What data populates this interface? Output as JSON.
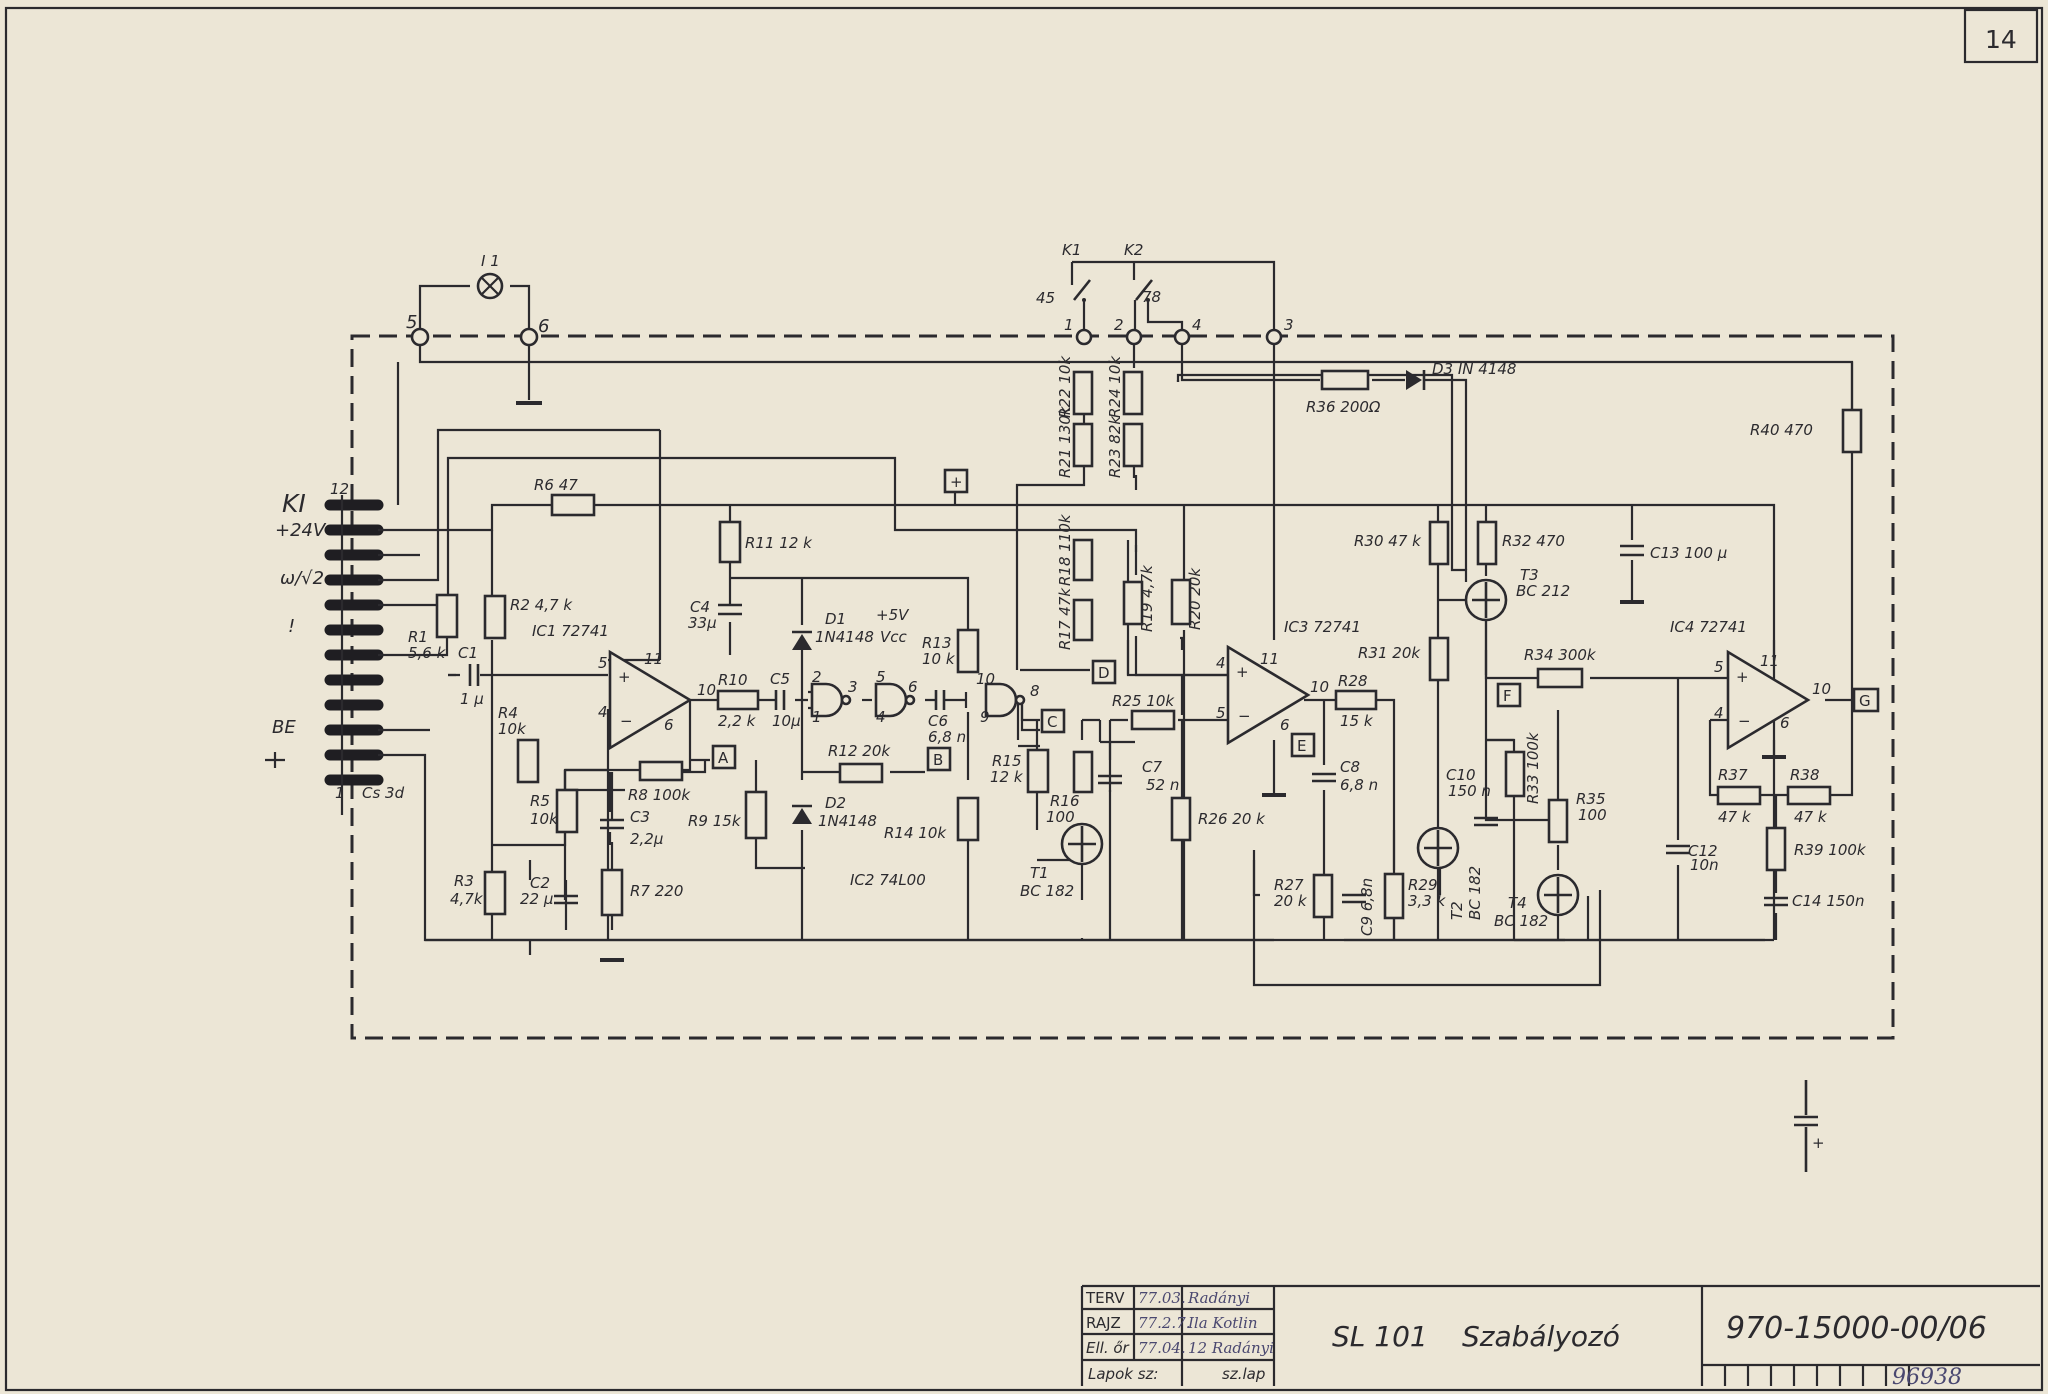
{
  "sheet": {
    "page_number": "14",
    "title": "SL 101",
    "subtitle": "Szabályozó",
    "drawing_number": "970-15000-00/06",
    "stamp_number": "96938"
  },
  "title_block": {
    "rows": [
      {
        "role": "TERV",
        "date": "77.03.",
        "signature": "Radányi"
      },
      {
        "role": "RAJZ",
        "date": "77.2.7.",
        "signature": "Ila Kotlin"
      },
      {
        "role": "Ell. őr",
        "date": "77.04.",
        "signature": "12 Radányi"
      }
    ],
    "lapok_label": "Lapok sz:",
    "szlap_label": "sz.lap"
  },
  "connector": {
    "name": "KI",
    "type": "Cs 3d",
    "pin_top": "12",
    "pin_bottom": "1",
    "labels": [
      "+24V",
      "ω/√2",
      "!",
      "BE"
    ]
  },
  "terminals": [
    "5",
    "6",
    "1",
    "2",
    "4",
    "3"
  ],
  "switches": [
    {
      "name": "K1",
      "contact": "45"
    },
    {
      "name": "K2",
      "contact": "78"
    }
  ],
  "lamp": "I 1",
  "ics": [
    {
      "name": "IC1",
      "type": "72741",
      "pins": [
        "5",
        "4",
        "11",
        "10",
        "6"
      ]
    },
    {
      "name": "IC2",
      "type": "74L00",
      "pins": [
        "2",
        "1",
        "3",
        "5",
        "4",
        "6",
        "10",
        "9",
        "8"
      ]
    },
    {
      "name": "IC3",
      "type": "72741",
      "pins": [
        "4",
        "5",
        "11",
        "10",
        "6"
      ]
    },
    {
      "name": "IC4",
      "type": "72741",
      "pins": [
        "5",
        "4",
        "11",
        "10",
        "6"
      ]
    }
  ],
  "resistors": [
    {
      "ref": "R1",
      "value": "5,6 k"
    },
    {
      "ref": "R2",
      "value": "4,7 k"
    },
    {
      "ref": "R3",
      "value": "4,7k"
    },
    {
      "ref": "R4",
      "value": "10k"
    },
    {
      "ref": "R5",
      "value": "10k"
    },
    {
      "ref": "R6",
      "value": "47"
    },
    {
      "ref": "R7",
      "value": "220"
    },
    {
      "ref": "R8",
      "value": "100k"
    },
    {
      "ref": "R9",
      "value": "15k"
    },
    {
      "ref": "R10",
      "value": "2,2 k"
    },
    {
      "ref": "R11",
      "value": "12 k"
    },
    {
      "ref": "R12",
      "value": "20k"
    },
    {
      "ref": "R13",
      "value": "10 k"
    },
    {
      "ref": "R14",
      "value": "10k"
    },
    {
      "ref": "R15",
      "value": "12 k"
    },
    {
      "ref": "R16",
      "value": "100"
    },
    {
      "ref": "R17",
      "value": "47k"
    },
    {
      "ref": "R18",
      "value": "110k"
    },
    {
      "ref": "R19",
      "value": "4,7k"
    },
    {
      "ref": "R20",
      "value": "20k"
    },
    {
      "ref": "R21",
      "value": "130k"
    },
    {
      "ref": "R22",
      "value": "10k"
    },
    {
      "ref": "R23",
      "value": "82k"
    },
    {
      "ref": "R24",
      "value": "10k"
    },
    {
      "ref": "R25",
      "value": "10k"
    },
    {
      "ref": "R26",
      "value": "20 k"
    },
    {
      "ref": "R27",
      "value": "20 k"
    },
    {
      "ref": "R28",
      "value": "15 k"
    },
    {
      "ref": "R29",
      "value": "3,3 k"
    },
    {
      "ref": "R30",
      "value": "47 k"
    },
    {
      "ref": "R31",
      "value": "20k"
    },
    {
      "ref": "R32",
      "value": "470"
    },
    {
      "ref": "R33",
      "value": "100k"
    },
    {
      "ref": "R34",
      "value": "300k"
    },
    {
      "ref": "R35",
      "value": "100"
    },
    {
      "ref": "R36",
      "value": "200Ω"
    },
    {
      "ref": "R37",
      "value": "47 k"
    },
    {
      "ref": "R38",
      "value": "47 k"
    },
    {
      "ref": "R39",
      "value": "100k"
    },
    {
      "ref": "R40",
      "value": "470"
    }
  ],
  "capacitors": [
    {
      "ref": "C1",
      "value": "1 µ"
    },
    {
      "ref": "C2",
      "value": "22 µ"
    },
    {
      "ref": "C3",
      "value": "2,2µ"
    },
    {
      "ref": "C4",
      "value": "33µ"
    },
    {
      "ref": "C5",
      "value": "10µ"
    },
    {
      "ref": "C6",
      "value": "6,8 n"
    },
    {
      "ref": "C7",
      "value": "52 n"
    },
    {
      "ref": "C8",
      "value": "6,8 n"
    },
    {
      "ref": "C9",
      "value": "6,8n"
    },
    {
      "ref": "C10",
      "value": "150 n"
    },
    {
      "ref": "C12",
      "value": "10n"
    },
    {
      "ref": "C13",
      "value": "100 µ"
    },
    {
      "ref": "C14",
      "value": "150n"
    }
  ],
  "diodes": [
    {
      "ref": "D1",
      "value": "1N4148"
    },
    {
      "ref": "D2",
      "value": "1N4148"
    },
    {
      "ref": "D3",
      "value": "IN 4148"
    }
  ],
  "transistors": [
    {
      "ref": "T1",
      "value": "BC 182"
    },
    {
      "ref": "T2",
      "value": "BC 182"
    },
    {
      "ref": "T3",
      "value": "BC 212"
    },
    {
      "ref": "T4",
      "value": "BC 182"
    }
  ],
  "test_points": [
    "A",
    "B",
    "C",
    "D",
    "E",
    "F",
    "G",
    "+"
  ],
  "supply": {
    "label": "+5V",
    "vcc": "Vcc"
  }
}
